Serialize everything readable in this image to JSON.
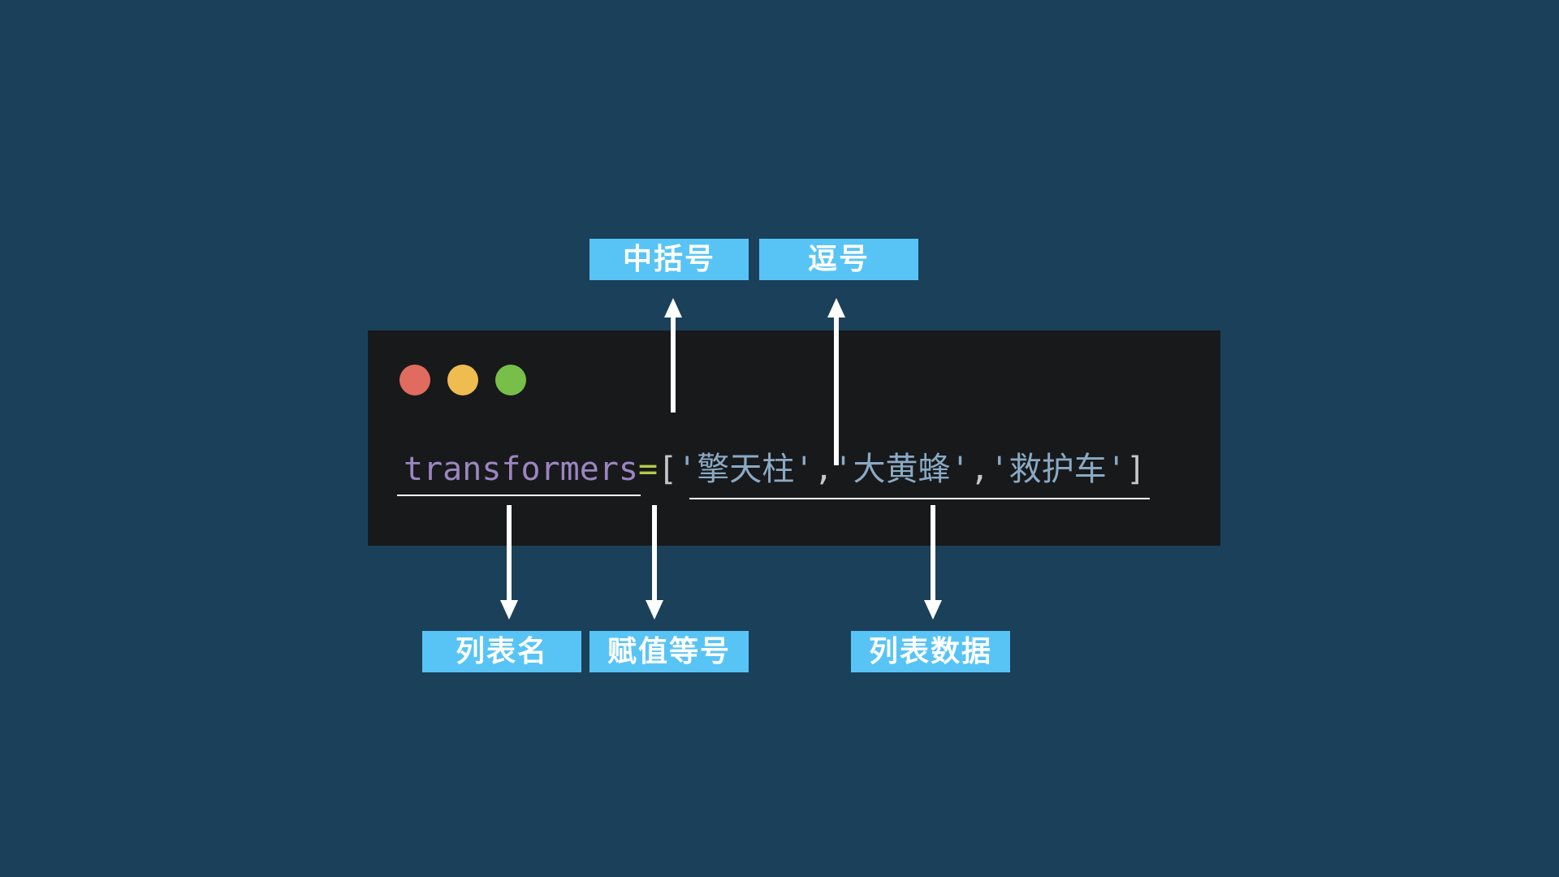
{
  "labels": {
    "brackets": "中括号",
    "comma": "逗号",
    "list_name": "列表名",
    "assignment": "赋值等号",
    "list_data": "列表数据"
  },
  "code": {
    "variable": "transformers",
    "equals": "=",
    "open_bracket": "[",
    "close_bracket": "]",
    "separator": ",",
    "items": [
      "'擎天柱'",
      "'大黄蜂'",
      "'救护车'"
    ]
  },
  "colors": {
    "background": "#1b405a",
    "label_fill": "#58c4f5",
    "editor_bg": "#18191b",
    "dot_red": "#df6c5f",
    "dot_yellow": "#efbc4f",
    "dot_green": "#78bf4a"
  }
}
